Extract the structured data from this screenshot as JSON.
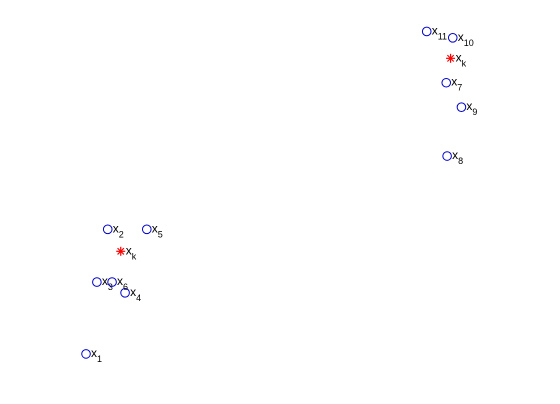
{
  "chart_data": {
    "type": "scatter",
    "title": "",
    "xlabel": "",
    "ylabel": "",
    "axes_visible": false,
    "grid": false,
    "xlim": [
      0,
      10
    ],
    "ylim": [
      0,
      7
    ],
    "series": [
      {
        "marker": "circle",
        "color": "#0000cc",
        "points": [
          {
            "label": "x",
            "sub": "1",
            "x": 0.3,
            "y": 0.35
          },
          {
            "label": "x",
            "sub": "2",
            "x": 0.8,
            "y": 2.9
          },
          {
            "label": "x",
            "sub": "3",
            "x": 0.55,
            "y": 1.82
          },
          {
            "label": "x",
            "sub": "4",
            "x": 1.2,
            "y": 1.6
          },
          {
            "label": "x",
            "sub": "5",
            "x": 1.7,
            "y": 2.9
          },
          {
            "label": "x",
            "sub": "6",
            "x": 0.9,
            "y": 1.82
          },
          {
            "label": "x",
            "sub": "7",
            "x": 8.6,
            "y": 5.9
          },
          {
            "label": "x",
            "sub": "8",
            "x": 8.62,
            "y": 4.4
          },
          {
            "label": "x",
            "sub": "9",
            "x": 8.95,
            "y": 5.4
          },
          {
            "label": "x",
            "sub": "10",
            "x": 8.75,
            "y": 6.82
          },
          {
            "label": "x",
            "sub": "11",
            "x": 8.15,
            "y": 6.95
          }
        ]
      },
      {
        "marker": "asterisk",
        "color": "#ff0000",
        "points": [
          {
            "label": "x",
            "sub": "k",
            "x": 1.1,
            "y": 2.45
          },
          {
            "label": "x",
            "sub": "k",
            "x": 8.7,
            "y": 6.4
          }
        ]
      }
    ]
  }
}
